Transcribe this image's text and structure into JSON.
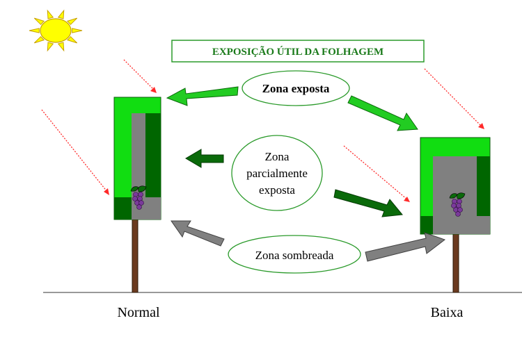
{
  "title": "EXPOSIÇÃO ÚTIL DA FOLHAGEM",
  "zones": {
    "exposed": "Zona exposta",
    "partial": [
      "Zona",
      "parcialmente",
      "exposta"
    ],
    "shaded": "Zona sombreada"
  },
  "systems": {
    "normal": "Normal",
    "low": "Baixa"
  },
  "colors": {
    "title_text": "#1a7a1a",
    "title_border": "#2a9a2a",
    "canopy_bright": "#11dd11",
    "canopy_dark": "#006600",
    "canopy_inner": "#808080",
    "arrow_exposed": "#22cc22",
    "arrow_partial": "#0a6a0a",
    "arrow_shaded": "#808080",
    "sun": "#ffff00",
    "sun_outline": "#c8a000",
    "trunk": "#6b3a1f",
    "grapes": "#7a3a9a",
    "ray": "#ff2a2a",
    "ellipse_border": "#2a9a2a"
  },
  "icons": [
    "sun-icon",
    "grape-cluster-icon"
  ]
}
